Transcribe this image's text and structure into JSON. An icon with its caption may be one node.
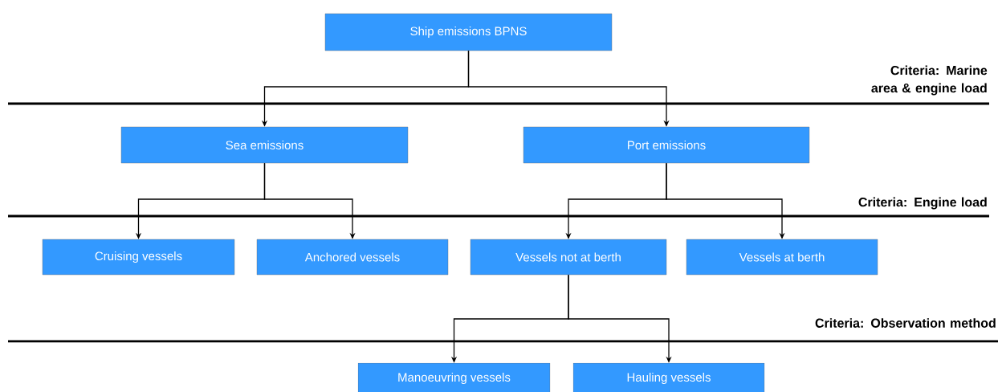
{
  "diagram": {
    "nodes": [
      {
        "text": [
          "Ship emissions BPNS"
        ]
      },
      {
        "text": [
          "Sea emissions"
        ]
      },
      {
        "text": [
          "Port emissions"
        ]
      },
      {
        "text": [
          "Cruising vessels"
        ]
      },
      {
        "text": [
          "Anchored vessels"
        ]
      },
      {
        "text": [
          "Vessels not at berth"
        ]
      },
      {
        "text": [
          "Vessels at berth"
        ]
      },
      {
        "text": [
          "Manoeuvring vessels"
        ]
      },
      {
        "text": [
          "Hauling vessels"
        ]
      }
    ],
    "edges": [
      {
        "from": 0,
        "to": 1,
        "arrow": "to"
      },
      {
        "from": 0,
        "to": 2,
        "arrow": "to"
      },
      {
        "from": 1,
        "to": 3,
        "arrow": "to"
      },
      {
        "from": 1,
        "to": 4,
        "arrow": "to"
      },
      {
        "from": 2,
        "to": 5,
        "arrow": "to"
      },
      {
        "from": 2,
        "to": 6,
        "arrow": "to"
      },
      {
        "from": 5,
        "to": 7,
        "arrow": "to"
      },
      {
        "from": 5,
        "to": 8,
        "arrow": "to"
      }
    ],
    "labels": [
      "Criteria: Marine area & engine load",
      "Criteria: Engine load",
      "Criteria: Observation method"
    ]
  }
}
